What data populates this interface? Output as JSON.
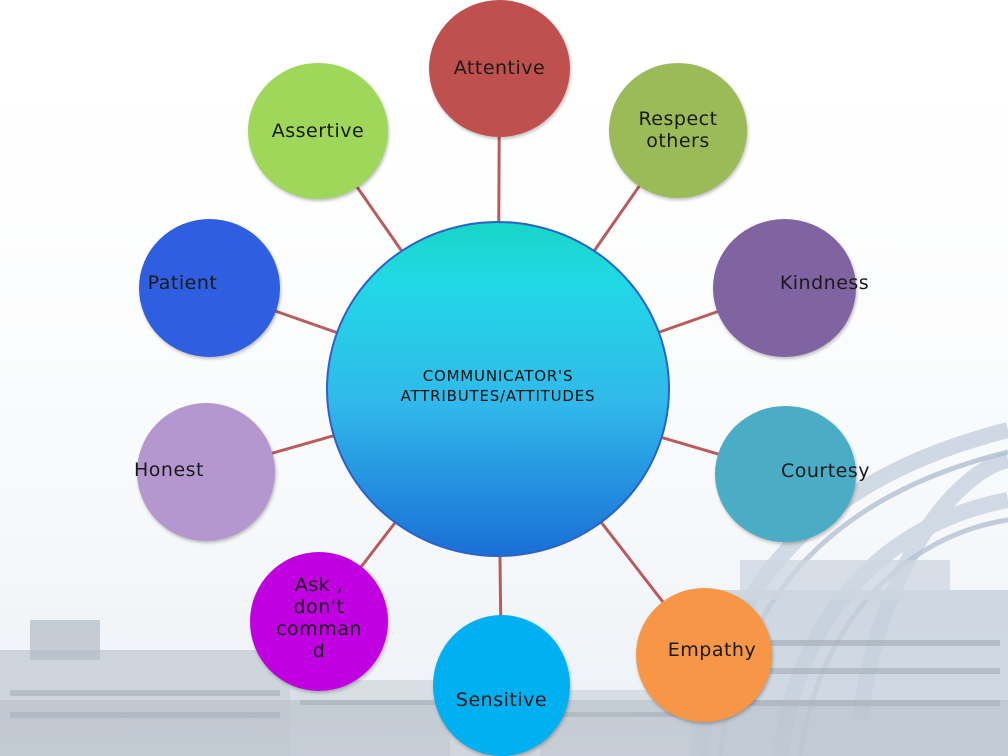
{
  "diagram": {
    "center": {
      "lines": [
        "COMMUNICATOR'S",
        "ATTRIBUTES/ATTITUDES"
      ]
    },
    "nodes": [
      {
        "id": "attentive",
        "label": "Attentive",
        "color": "#c0504d"
      },
      {
        "id": "respect-others",
        "label": "Respect others",
        "lines": [
          "Respect",
          "others"
        ],
        "color": "#9bbb59"
      },
      {
        "id": "kindness",
        "label": "Kindness",
        "color": "#8064a2"
      },
      {
        "id": "courtesy",
        "label": "Courtesy",
        "color": "#4bacc6"
      },
      {
        "id": "empathy",
        "label": "Empathy",
        "color": "#f79646"
      },
      {
        "id": "sensitive",
        "label": "Sensitive",
        "color": "#00b0f0"
      },
      {
        "id": "ask-dont-command",
        "label": "Ask , don't command",
        "lines": [
          "Ask ,",
          "don't",
          "comman",
          "d"
        ],
        "color": "#c000e0"
      },
      {
        "id": "honest",
        "label": "Honest",
        "color": "#b597d0"
      },
      {
        "id": "patient",
        "label": "Patient",
        "color": "#2f5fe0"
      },
      {
        "id": "assertive",
        "label": "Assertive",
        "color": "#9fd75a"
      }
    ],
    "connector_color": "#b85c5c"
  }
}
